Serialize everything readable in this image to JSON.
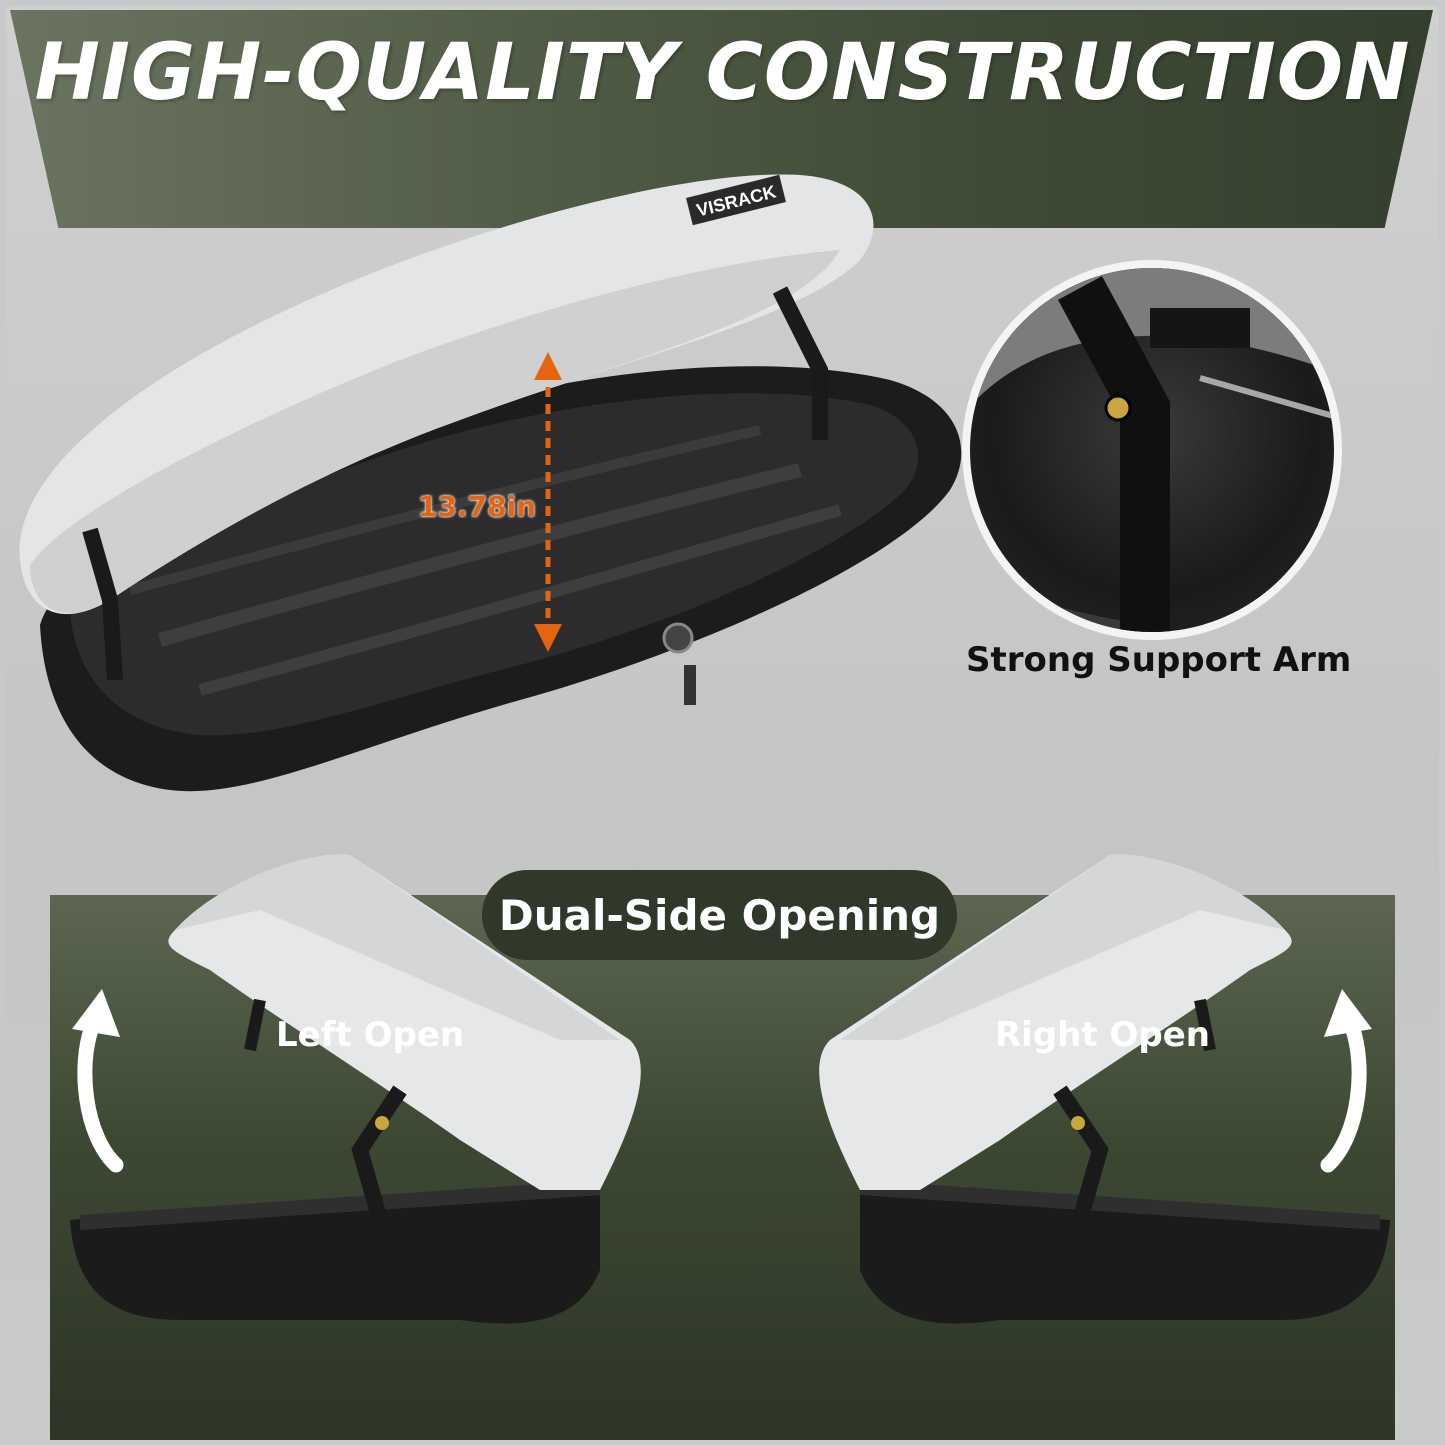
{
  "banner": {
    "title": "HIGH-QUALITY CONSTRUCTION"
  },
  "product": {
    "brand": "VISRACK",
    "height_label": "13.78in"
  },
  "detail": {
    "caption": "Strong Support Arm"
  },
  "features": {
    "title": "Dual-Side Opening",
    "left_caption": "Left Open",
    "right_caption": "Right Open"
  },
  "colors": {
    "accent": "#e5640f",
    "panel": "#3d4833",
    "pill": "#2f3829",
    "lid": "#e6e7e8",
    "tray": "#1b1b1b"
  }
}
